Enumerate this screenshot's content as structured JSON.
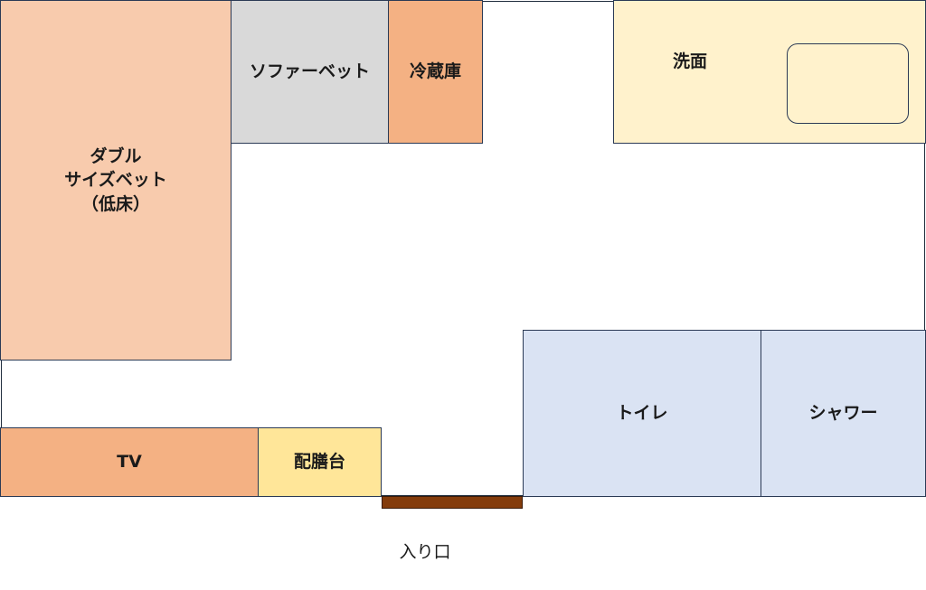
{
  "colors": {
    "bed": "#f8cbad",
    "sofa": "#d9d9d9",
    "fridge": "#f4b183",
    "washroom": "#fff2cc",
    "sink": "#fff2cc",
    "toilet": "#dae3f3",
    "shower": "#dae3f3",
    "tv": "#f4b183",
    "sideboard": "#ffe699",
    "door": "#843c0c"
  },
  "rooms": {
    "bed": "ダブル\nサイズベット\n（低床）",
    "sofa": "ソファーベット",
    "fridge": "冷蔵庫",
    "washroom": "洗面",
    "toilet": "トイレ",
    "shower": "シャワー",
    "tv": "TV",
    "sideboard": "配膳台"
  },
  "entrance": "入り口"
}
